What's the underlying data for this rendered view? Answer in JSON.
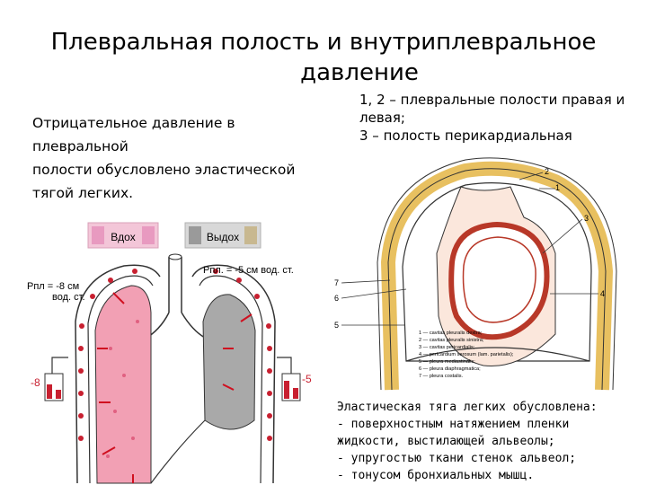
{
  "slide": {
    "title_line1": "Плевральная полость и внутриплевральное",
    "title_line2": "давление",
    "left_text": [
      "Отрицательное давление в плевральной",
      "полости обусловлено эластической",
      "тягой легких."
    ],
    "legend_top": [
      "1, 2 – плевральные полости правая и",
      "левая;",
      "3 – полость перикардиальная"
    ],
    "bottom_text": [
      "Эластическая тяга легких обусловлена:",
      "- поверхностным натяжением пленки",
      "жидкости, выстилающей альвеолы;",
      "- упругостью ткани стенок альвеол;",
      "- тонусом бронхиальных мышц."
    ]
  },
  "lung_figure": {
    "inhale_label": "Вдох",
    "exhale_label": "Выдох",
    "ppl_left_line1": "Рпл = -8 см",
    "ppl_left_line2": "вод. ст.",
    "ppl_right": "Рпл. = -5 см вод. ст.",
    "manometer_left": "-8",
    "manometer_right": "-5",
    "colors": {
      "inhale_lung": "#f2a0b4",
      "exhale_lung": "#a9a9a9",
      "pleura": "#c82030",
      "arrow": "#d01020"
    }
  },
  "section_figure": {
    "numbers": [
      "1",
      "2",
      "3",
      "4",
      "5",
      "6",
      "7"
    ],
    "legend": [
      "1 — cavitas pleuralis dextra;",
      "2 — cavitas pleuralis sinistra;",
      "3 — cavitas pericardialis;",
      "4 — pericardium serosum (lam. parietalis);",
      "5 — pleura mediastinalis;",
      "6 — pleura diaphragmatica;",
      "7 — pleura costalis."
    ],
    "colors": {
      "rib": "#e8c060",
      "pericardium": "#b83828",
      "inner_tint": "#fbe7dc"
    }
  }
}
